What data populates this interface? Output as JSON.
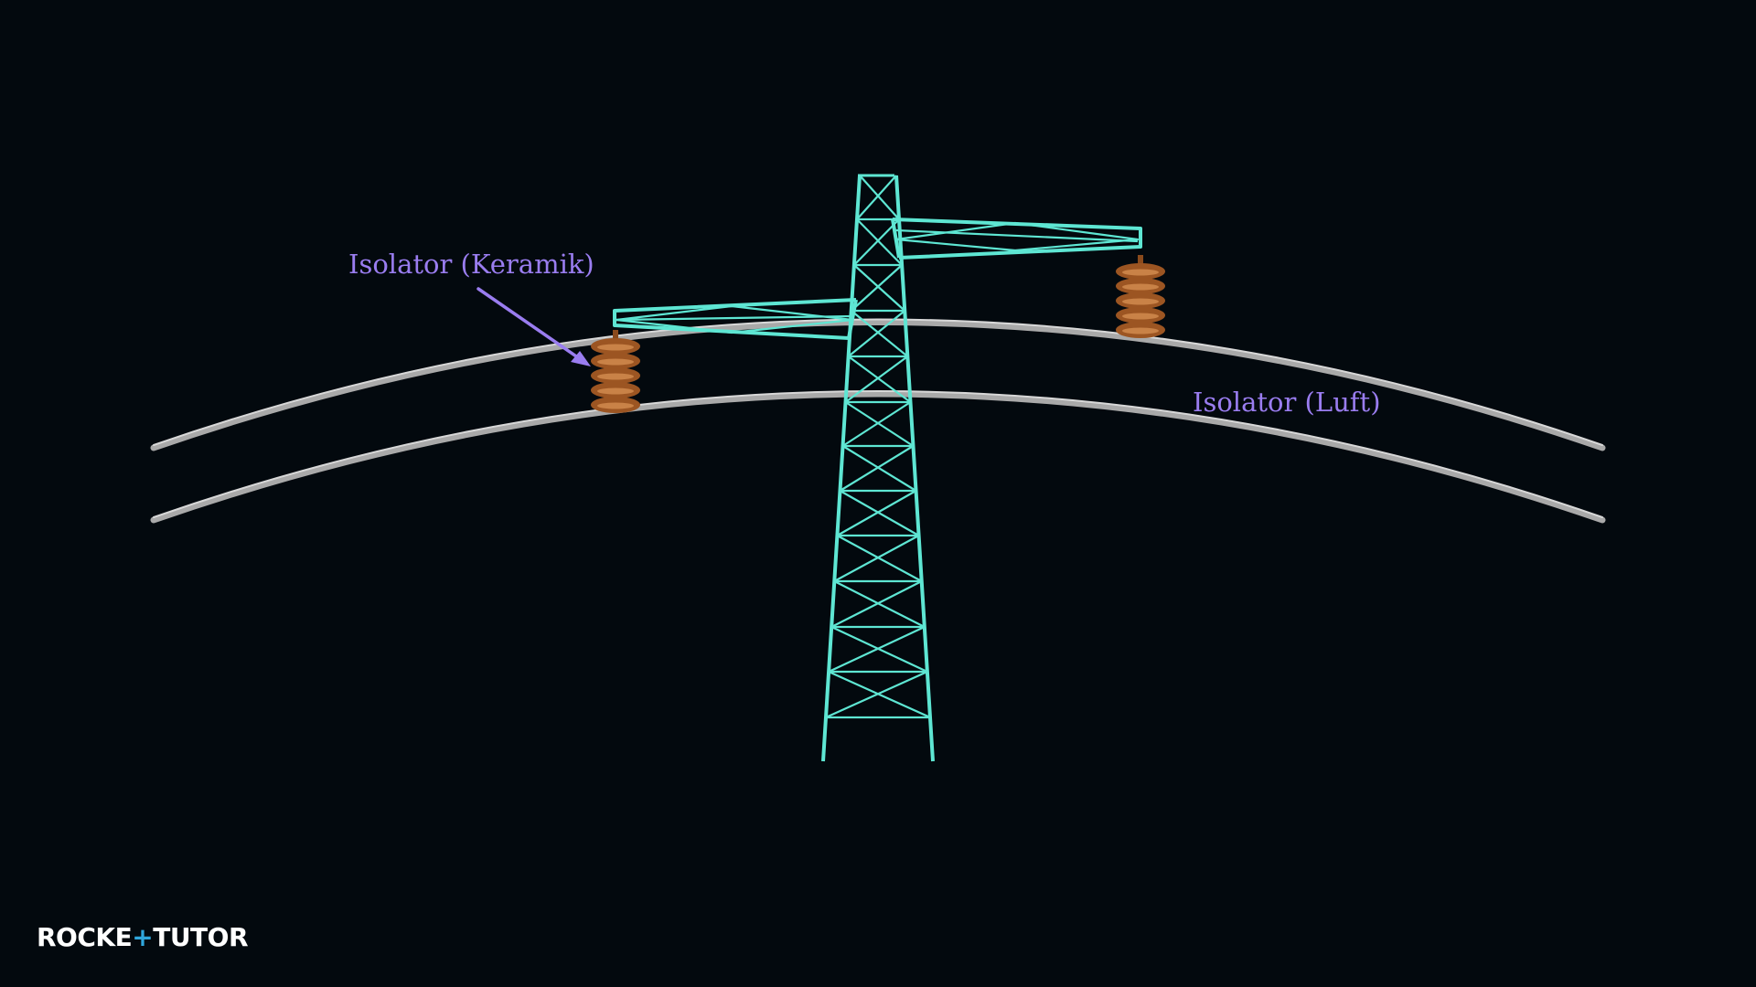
{
  "labels": {
    "ceramic_insulator": "Isolator (Keramik)",
    "air_insulator": "Isolator (Luft)"
  },
  "logo": {
    "part1": "ROCKE",
    "plus": "+",
    "part2": "TUTO",
    "part3": "R"
  },
  "colors": {
    "background": "#03090e",
    "tower": "#5ee6d3",
    "cable": "#a9a9a9",
    "insulator": "#b0652b",
    "label": "#9a7df0",
    "logo_accent": "#2fa6dc"
  },
  "icons": {
    "tower": "lattice-pylon-icon",
    "insulator": "ceramic-insulator-stack-icon"
  }
}
